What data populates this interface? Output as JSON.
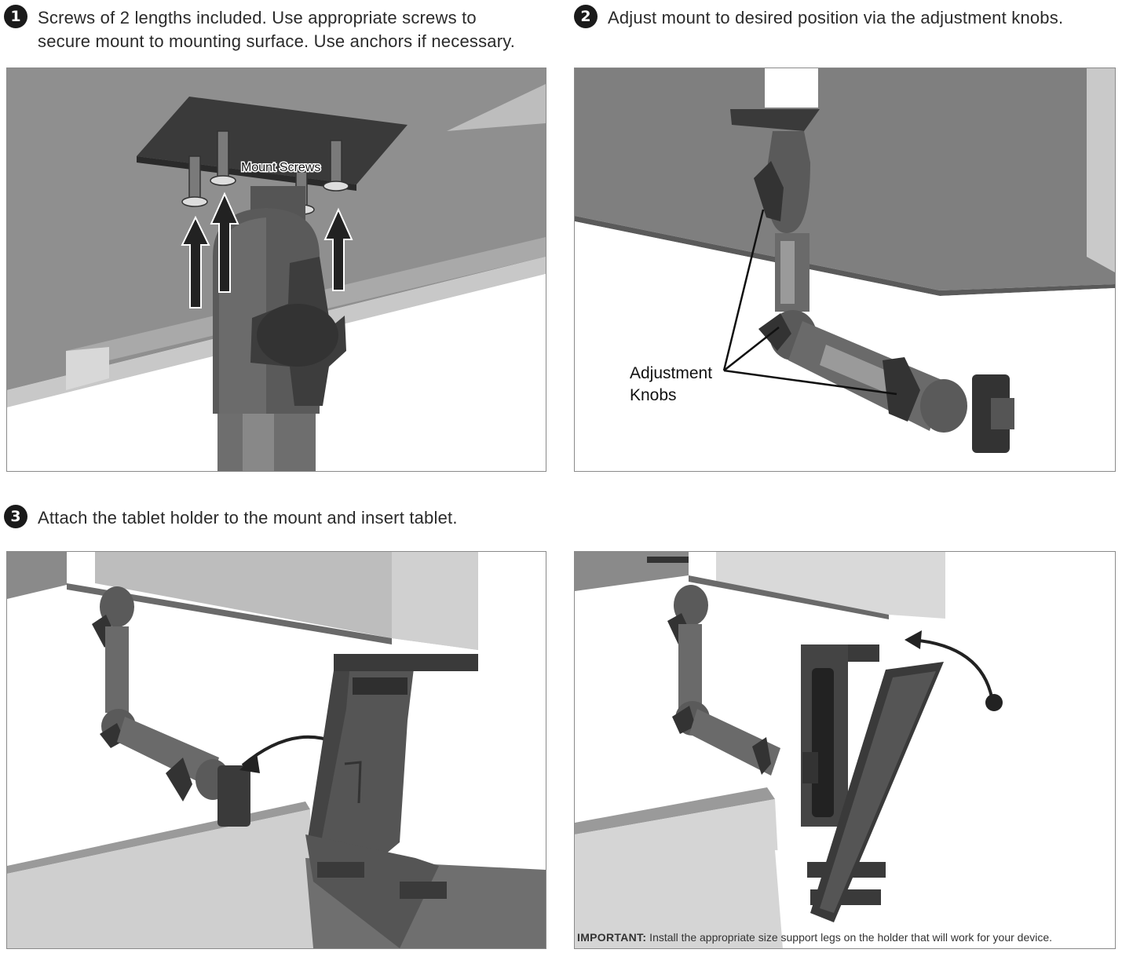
{
  "steps": [
    {
      "number": "1",
      "text_line1": "Screws of 2 lengths included. Use appropriate screws to",
      "text_line2": "secure mount to mounting surface. Use anchors if necessary."
    },
    {
      "number": "2",
      "text_line1": "Adjust mount to desired position via the adjustment knobs."
    },
    {
      "number": "3",
      "text_line1": "Attach the tablet holder to the mount and insert tablet."
    }
  ],
  "panel1": {
    "callout": "Mount Screws"
  },
  "panel2": {
    "callout_line1": "Adjustment",
    "callout_line2": "Knobs"
  },
  "panel4": {
    "important_label": "IMPORTANT:",
    "important_text": " Install the appropriate size support legs on the holder that will work for your device."
  },
  "colors": {
    "mount_dark": "#4a4a4a",
    "shelf_gray": "#8c8c8c",
    "wall_light": "#cfcfcf",
    "badge": "#1a1a1a"
  }
}
